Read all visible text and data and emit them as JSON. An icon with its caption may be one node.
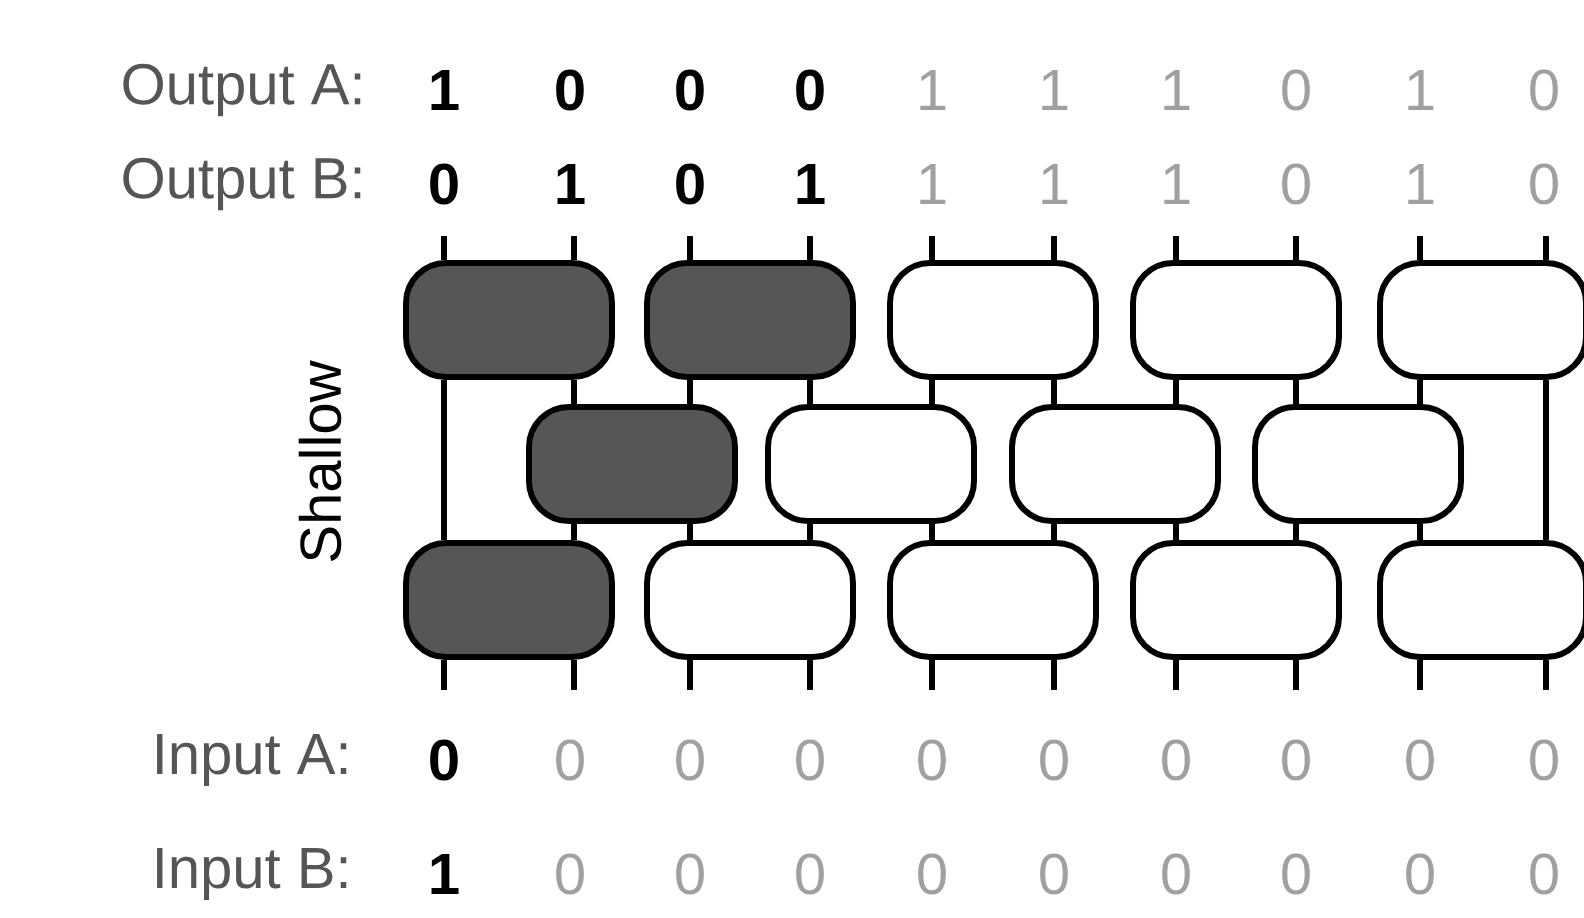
{
  "diagram": {
    "nodes": [
      {
        "text": [],
        "shape": "box"
      },
      {
        "text": [],
        "shape": "box"
      },
      {
        "text": [],
        "shape": "box"
      },
      {
        "text": [],
        "shape": "box"
      },
      {
        "text": [],
        "shape": "box"
      },
      {
        "text": [],
        "shape": "box"
      },
      {
        "text": [],
        "shape": "box"
      },
      {
        "text": [],
        "shape": "box"
      },
      {
        "text": [],
        "shape": "box"
      },
      {
        "text": [],
        "shape": "box"
      },
      {
        "text": [],
        "shape": "box"
      },
      {
        "text": [],
        "shape": "box"
      },
      {
        "text": [],
        "shape": "box"
      },
      {
        "text": [],
        "shape": "box"
      }
    ],
    "edges": [
      {
        "from": null,
        "to": 9,
        "arrow": "none"
      },
      {
        "from": 9,
        "to": 0,
        "arrow": "none"
      },
      {
        "from": 0,
        "to": null,
        "arrow": "none"
      },
      {
        "from": null,
        "to": 9,
        "arrow": "none"
      },
      {
        "from": 9,
        "to": 5,
        "arrow": "none"
      },
      {
        "from": 5,
        "to": 0,
        "arrow": "none"
      },
      {
        "from": 0,
        "to": null,
        "arrow": "none"
      },
      {
        "from": null,
        "to": 10,
        "arrow": "none"
      },
      {
        "from": 10,
        "to": 5,
        "arrow": "none"
      },
      {
        "from": 5,
        "to": 1,
        "arrow": "none"
      },
      {
        "from": 1,
        "to": null,
        "arrow": "none"
      },
      {
        "from": null,
        "to": 10,
        "arrow": "none"
      },
      {
        "from": 10,
        "to": 6,
        "arrow": "none"
      },
      {
        "from": 6,
        "to": 1,
        "arrow": "none"
      },
      {
        "from": 1,
        "to": null,
        "arrow": "none"
      },
      {
        "from": null,
        "to": 11,
        "arrow": "none"
      },
      {
        "from": 11,
        "to": 6,
        "arrow": "none"
      },
      {
        "from": 6,
        "to": 2,
        "arrow": "none"
      },
      {
        "from": 2,
        "to": null,
        "arrow": "none"
      },
      {
        "from": null,
        "to": 11,
        "arrow": "none"
      },
      {
        "from": 11,
        "to": 7,
        "arrow": "none"
      },
      {
        "from": 7,
        "to": 2,
        "arrow": "none"
      },
      {
        "from": 2,
        "to": null,
        "arrow": "none"
      },
      {
        "from": null,
        "to": 12,
        "arrow": "none"
      },
      {
        "from": 12,
        "to": 7,
        "arrow": "none"
      },
      {
        "from": 7,
        "to": 3,
        "arrow": "none"
      },
      {
        "from": 3,
        "to": null,
        "arrow": "none"
      },
      {
        "from": null,
        "to": 12,
        "arrow": "none"
      },
      {
        "from": 12,
        "to": 8,
        "arrow": "none"
      },
      {
        "from": 8,
        "to": 3,
        "arrow": "none"
      },
      {
        "from": 3,
        "to": null,
        "arrow": "none"
      },
      {
        "from": null,
        "to": 13,
        "arrow": "none"
      },
      {
        "from": 13,
        "to": 8,
        "arrow": "none"
      },
      {
        "from": 8,
        "to": 4,
        "arrow": "none"
      },
      {
        "from": 4,
        "to": null,
        "arrow": "none"
      },
      {
        "from": null,
        "to": 13,
        "arrow": "none"
      },
      {
        "from": 13,
        "to": 4,
        "arrow": "none"
      },
      {
        "from": 4,
        "to": null,
        "arrow": "none"
      }
    ],
    "labels": [
      "Output A:",
      "1",
      "0",
      "0",
      "0",
      "1",
      "1",
      "1",
      "0",
      "1",
      "0",
      "Output B:",
      "0",
      "1",
      "0",
      "1",
      "1",
      "1",
      "1",
      "0",
      "1",
      "0",
      "Shallow",
      "Input A:",
      "0",
      "0",
      "0",
      "0",
      "0",
      "0",
      "0",
      "0",
      "0",
      "0",
      "Input B:",
      "1",
      "0",
      "0",
      "0",
      "0",
      "0",
      "0",
      "0",
      "0",
      "0"
    ]
  }
}
